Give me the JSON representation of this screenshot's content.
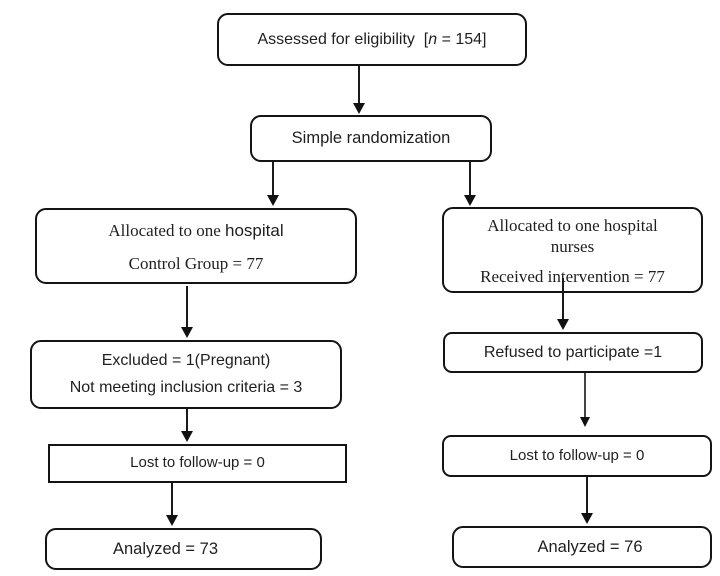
{
  "diagram": {
    "kind": "consort-flowchart",
    "colors": {
      "border": "#141414",
      "text": "#1f1f1f",
      "background": "#ffffff"
    },
    "boxes": {
      "assessed": {
        "prefix": "Assessed for eligibility  [",
        "n_italic": "n",
        "suffix": " = 154]"
      },
      "randomization": {
        "label": "Simple randomization"
      },
      "allocated_left": {
        "line1_serif": "Allocated to one ",
        "line1_sans": "hospital",
        "line2": "Control Group = 77"
      },
      "allocated_right": {
        "line1": "Allocated to one hospital",
        "line2": "nurses",
        "line3": "Received intervention = 77"
      },
      "excluded": {
        "line1": "Excluded = 1(Pregnant)",
        "line2": "Not meeting inclusion criteria = 3"
      },
      "refused": {
        "label": "Refused to participate =1"
      },
      "lost_left": {
        "label": "Lost to follow-up = 0"
      },
      "lost_right": {
        "label": "Lost to follow-up = 0"
      },
      "analyzed_left": {
        "label": "Analyzed = 73"
      },
      "analyzed_right": {
        "label": "Analyzed = 76"
      }
    }
  }
}
